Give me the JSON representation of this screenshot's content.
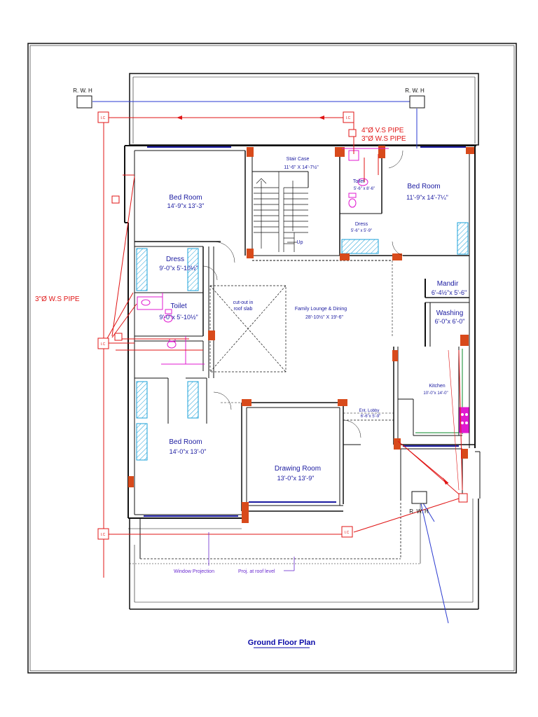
{
  "title": "Ground Floor Plan",
  "rooms": {
    "bed1": {
      "name": "Bed Room",
      "dim": "14'-9\"x 13'-3\""
    },
    "stair": {
      "name": "Stair Case",
      "dim": "11'-6\" X 14'-7½\"",
      "up": "Up"
    },
    "toilet_top": {
      "name": "Toilet",
      "dim": "5'-6\" x 8'-6\""
    },
    "dress_top": {
      "name": "Dress",
      "dim": "5'-6\" x 5'-9\""
    },
    "bed2": {
      "name": "Bed Room",
      "dim": "11'-9\"x 14'-7¼\""
    },
    "dress_left": {
      "name": "Dress",
      "dim": "9'-0\"x 5'-10½\""
    },
    "toilet_left": {
      "name": "Toilet",
      "dim": "9'-0\"x 5'-10½\""
    },
    "cutout": {
      "line1": "cut-out in",
      "line2": "roof slab"
    },
    "lounge": {
      "name": "Family Lounge & Dining",
      "dim": "28'-10½\" X 19'-6\""
    },
    "mandir": {
      "name": "Mandir",
      "dim": "6'-4½\"x 5'-6\""
    },
    "washing": {
      "name": "Washing",
      "dim": "6'-0\"x 6'-0\""
    },
    "kitchen": {
      "name": "Kitchen",
      "dim": "10'-0\"x 14'-0\""
    },
    "lobby": {
      "name": "Ent. Lobby",
      "dim": "6'-6\"x 5'-9\""
    },
    "bed3": {
      "name": "Bed Room",
      "dim": "14'-0\"x 13'-0\""
    },
    "drawing": {
      "name": "Drawing Room",
      "dim": "13'-0\"x 13'-9\""
    }
  },
  "pipes": {
    "pipe_4": "4\"Ø V.S PIPE",
    "pipe_3": "3\"Ø W.S PIPE",
    "pipe_3_left": "3\"Ø W.S PIPE"
  },
  "rwh_label": "R. W. H",
  "ic_label": "I.C",
  "notes": {
    "window_projection": "Window Projection",
    "roof_projection": "Proj. at roof level"
  },
  "colors": {
    "wall": "#111111",
    "plumbing": "#e01515",
    "text": "#1a1aa0",
    "column": "#d84a1b",
    "water_line": "#2a3ad0",
    "fixture": "#e01ad0",
    "cabinet": "#1aa0d8"
  }
}
